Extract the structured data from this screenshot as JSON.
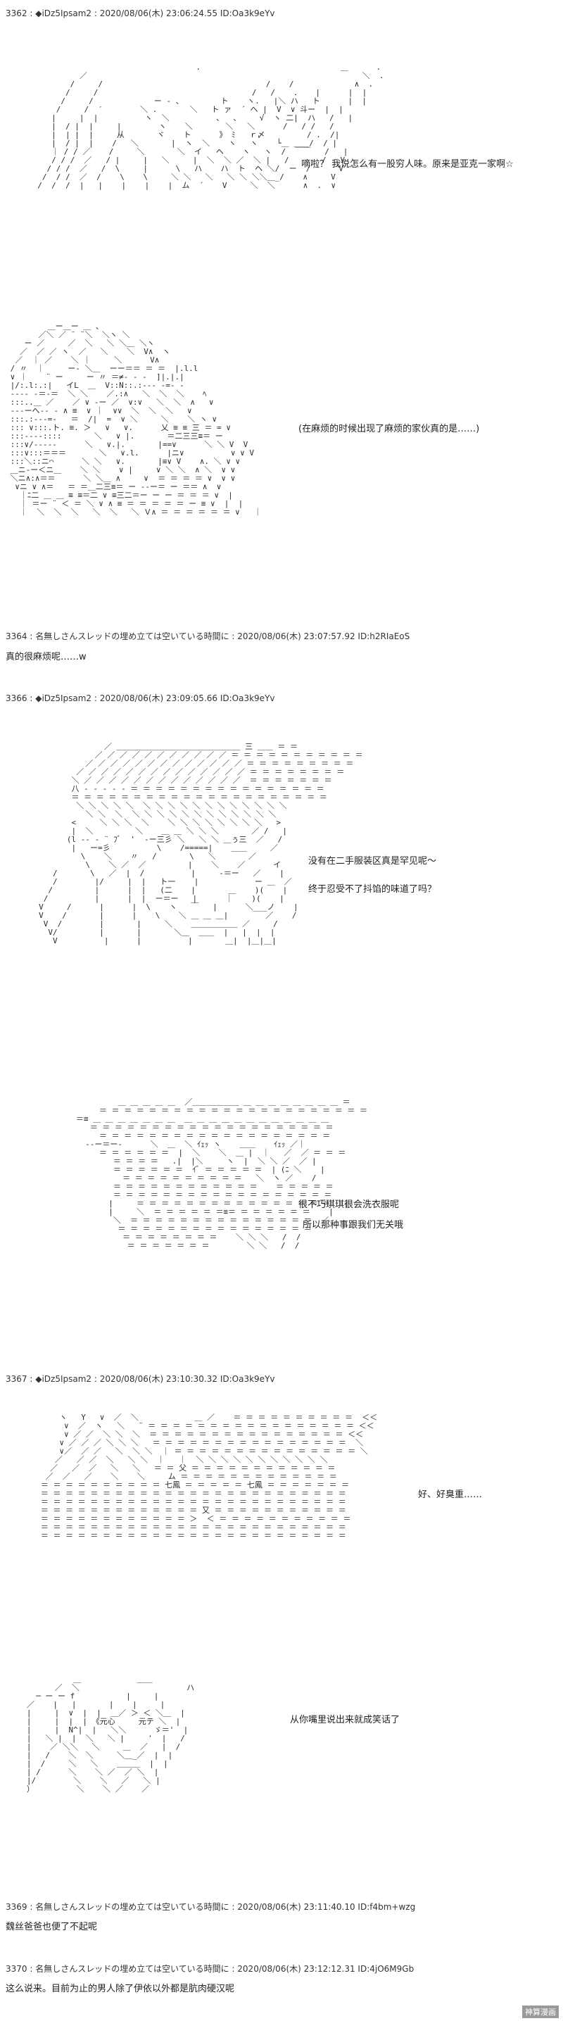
{
  "posts": {
    "p3362": {
      "header": "3362 : ◆iDz5Ipsam2 : 2020/08/06(木) 23:06:24.55 ID:Oa3k9eYv",
      "caption1": "嘀啦？ 我说怎么有一股穷人味。原来是亚克一家啊☆",
      "caption2": "(在麻烦的时候出现了麻烦的家伙真的是……)"
    },
    "p3364": {
      "header": "3364 : 名無しさんスレッドの埋め立ては空いている時間に : 2020/08/06(木) 23:07:57.92 ID:h2RIaEoS",
      "text": "真的很麻烦呢……w"
    },
    "p3366": {
      "header": "3366 : ◆iDz5Ipsam2 : 2020/08/06(木) 23:09:05.66 ID:Oa3k9eYv",
      "caption1": "没有在二手服装区真是罕见呢～",
      "caption2": "终于忍受不了抖馅的味道了吗？",
      "caption3": "很不巧琪琪很会洗衣服呢",
      "caption4": "所以那种事跟我们无关哦"
    },
    "p3367": {
      "header": "3367 : ◆iDz5Ipsam2 : 2020/08/06(木) 23:10:30.32 ID:Oa3k9eYv",
      "caption1": "好、好臭重……",
      "caption2": "从你嘴里说出来就成笑话了"
    },
    "p3369": {
      "header": "3369 : 名無しさんスレッドの埋め立ては空いている時間に : 2020/08/06(木) 23:11:40.10 ID:f4bm+wzg",
      "text": "魏丝爸爸也便了不起呢"
    },
    "p3370": {
      "header": "3370 : 名無しさんスレッドの埋め立ては空いている時間に : 2020/08/06(木) 23:12:12.31 ID:4jO6M9Gb",
      "text": "这么说来。目前为止的男人除了伊依以外都是肮肉硬汉呢"
    }
  },
  "watermark": "神算漫画"
}
